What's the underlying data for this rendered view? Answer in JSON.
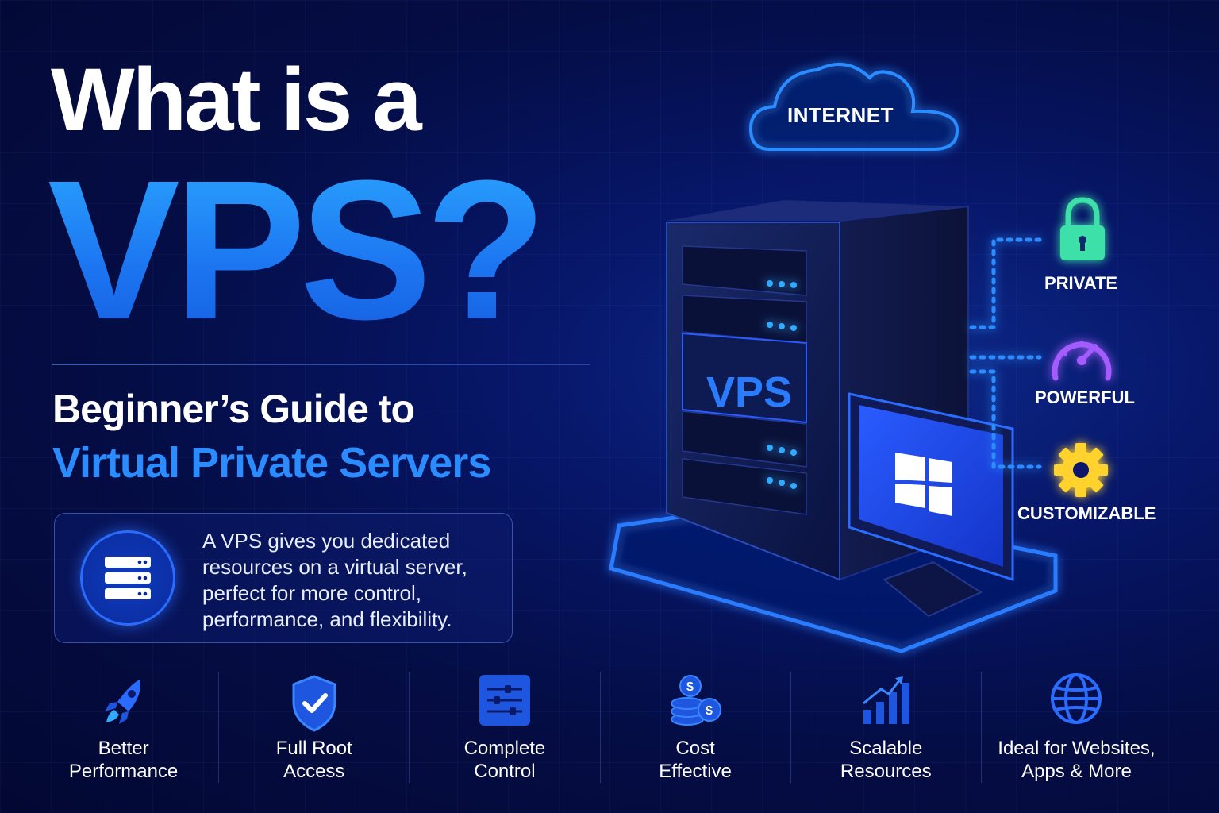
{
  "headline": {
    "line1": "What is a",
    "line2": "VPS?"
  },
  "subtitle": {
    "line1": "Beginner’s Guide to",
    "line2": "Virtual Private Servers"
  },
  "info": {
    "text": "A VPS gives you dedicated resources on a virtual server, perfect for more control, performance, and flexibility.",
    "icon": "server-stack-icon"
  },
  "illustration": {
    "cloud_label": "INTERNET",
    "server_label": "VPS",
    "features": [
      {
        "label": "PRIVATE",
        "icon": "lock-icon",
        "color": "#3ee0a8"
      },
      {
        "label": "POWERFUL",
        "icon": "speedometer-icon",
        "color": "#a45cff"
      },
      {
        "label": "CUSTOMIZABLE",
        "icon": "gear-icon",
        "color": "#ffd22e"
      }
    ]
  },
  "bottom_features": [
    {
      "label": "Better\nPerformance",
      "icon": "rocket-icon"
    },
    {
      "label": "Full Root\nAccess",
      "icon": "shield-check-icon"
    },
    {
      "label": "Complete\nControl",
      "icon": "sliders-icon"
    },
    {
      "label": "Cost\nEffective",
      "icon": "coins-icon"
    },
    {
      "label": "Scalable\nResources",
      "icon": "bar-chart-icon"
    },
    {
      "label": "Ideal for Websites,\nApps & More",
      "icon": "globe-icon"
    }
  ],
  "colors": {
    "background": "#040d45",
    "accent": "#1d7cf5",
    "glow": "#2a6cff"
  }
}
